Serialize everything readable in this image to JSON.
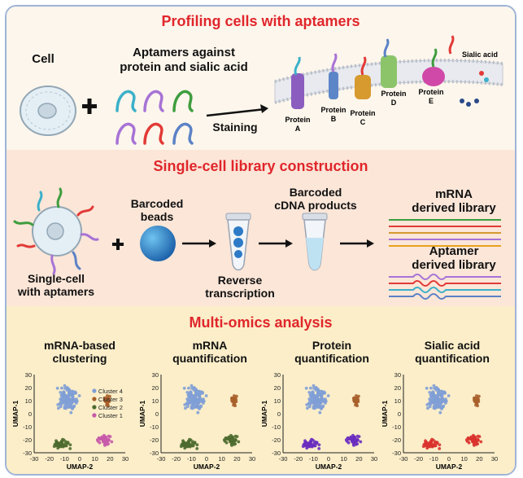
{
  "section1": {
    "title": "Profiling cells with aptamers",
    "cell_label": "Cell",
    "aptamer_label_line1": "Aptamers against",
    "aptamer_label_line2": "protein and sialic acid",
    "staining_label": "Staining",
    "proteins": [
      {
        "label_line1": "Protein",
        "label_line2": "A"
      },
      {
        "label_line1": "Protein",
        "label_line2": "B"
      },
      {
        "label_line1": "Protein",
        "label_line2": "C"
      },
      {
        "label_line1": "Protein",
        "label_line2": "D"
      },
      {
        "label_line1": "Protein",
        "label_line2": "E"
      }
    ],
    "sialic_label": "Sialic acid"
  },
  "section2": {
    "title": "Single-cell library construction",
    "cell_label_line1": "Single-cell",
    "cell_label_line2": "with aptamers",
    "beads_label_line1": "Barcoded",
    "beads_label_line2": "beads",
    "rt_label_line1": "Reverse",
    "rt_label_line2": "transcription",
    "cdna_label_line1": "Barcoded",
    "cdna_label_line2": "cDNA products",
    "mrna_lib_line1": "mRNA",
    "mrna_lib_line2": "derived library",
    "apt_lib_line1": "Aptamer",
    "apt_lib_line2": "derived library"
  },
  "section3": {
    "title": "Multi-omics analysis",
    "plots": [
      {
        "title_line1": "mRNA-based",
        "title_line2": "clustering"
      },
      {
        "title_line1": "mRNA",
        "title_line2": "quantification"
      },
      {
        "title_line1": "Protein",
        "title_line2": "quantification"
      },
      {
        "title_line1": "Sialic acid",
        "title_line2": "quantification"
      }
    ],
    "xlabel": "UMAP-2",
    "ylabel": "UMAP-1",
    "xticks": [
      "-30",
      "-20",
      "-10",
      "0",
      "10",
      "20",
      "30"
    ],
    "yticks": [
      "30",
      "20",
      "10",
      "0",
      "-10",
      "-20",
      "-30"
    ],
    "legend": [
      "Cluster 4",
      "Cluster 3",
      "Cluster 2",
      "Cluster 1"
    ],
    "colors": {
      "cluster4": "#7f9fd6",
      "cluster3": "#a8612b",
      "cluster2": "#4e6b2f",
      "cluster1": "#c65aa8",
      "mrna_hi": "#4e6b2f",
      "protein_hi": "#6a2dbf",
      "sialic_hi": "#d9332e"
    }
  },
  "chart_data": [
    {
      "type": "scatter",
      "title": "mRNA-based clustering",
      "xlabel": "UMAP-2",
      "ylabel": "UMAP-1",
      "xlim": [
        -30,
        30
      ],
      "ylim": [
        -30,
        30
      ],
      "series": [
        {
          "name": "Cluster 4",
          "center": [
            -8,
            12
          ]
        },
        {
          "name": "Cluster 3",
          "center": [
            18,
            10
          ]
        },
        {
          "name": "Cluster 2",
          "center": [
            -12,
            -24
          ]
        },
        {
          "name": "Cluster 1",
          "center": [
            16,
            -20
          ]
        }
      ]
    },
    {
      "type": "scatter",
      "title": "mRNA quantification",
      "xlabel": "UMAP-2",
      "ylabel": "UMAP-1",
      "xlim": [
        -30,
        30
      ],
      "ylim": [
        -30,
        30
      ]
    },
    {
      "type": "scatter",
      "title": "Protein quantification",
      "xlabel": "UMAP-2",
      "ylabel": "UMAP-1",
      "xlim": [
        -30,
        30
      ],
      "ylim": [
        -30,
        30
      ]
    },
    {
      "type": "scatter",
      "title": "Sialic acid quantification",
      "xlabel": "UMAP-2",
      "ylabel": "UMAP-1",
      "xlim": [
        -30,
        30
      ],
      "ylim": [
        -30,
        30
      ]
    }
  ]
}
